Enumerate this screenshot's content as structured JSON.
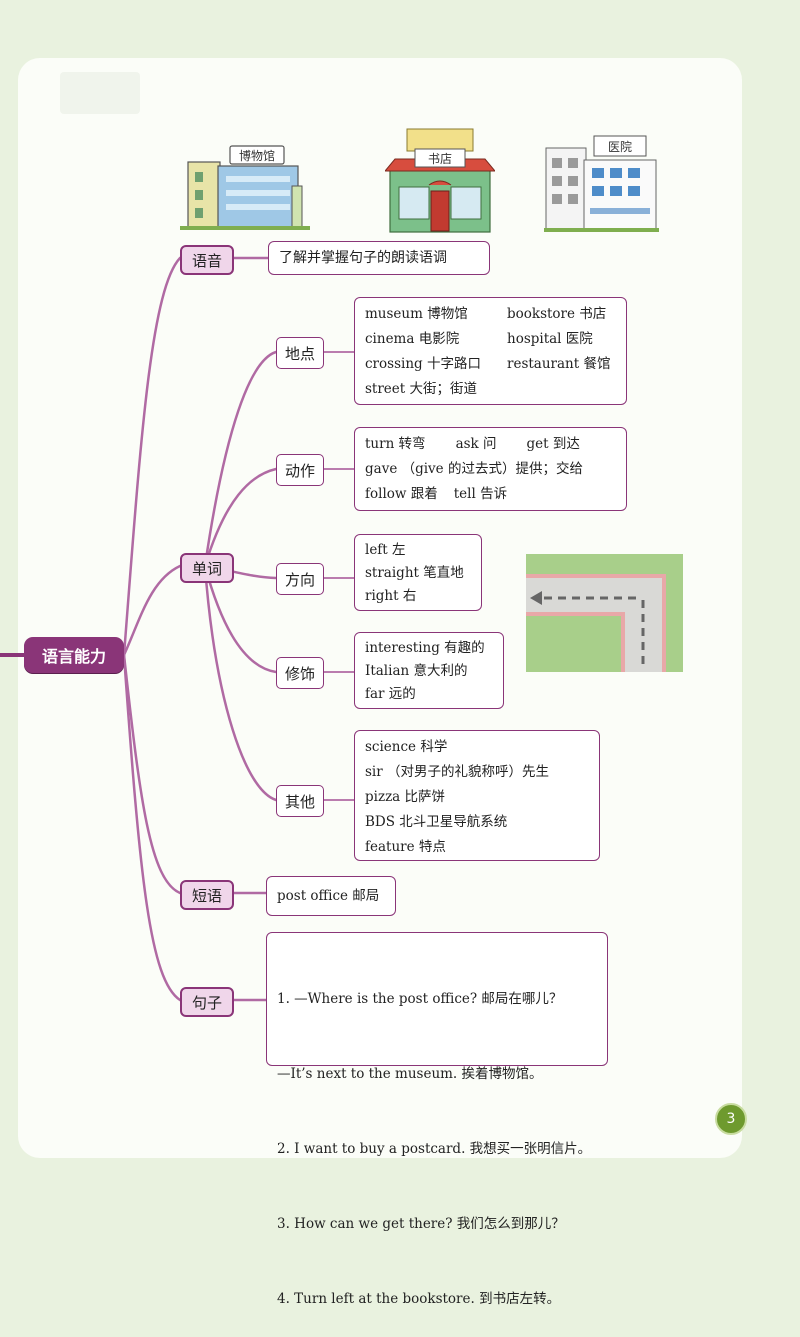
{
  "root": {
    "label": "语言能力"
  },
  "buildings": {
    "museum_sign": "博物馆",
    "bookstore_sign": "书店",
    "hospital_sign": "医院"
  },
  "branches": {
    "pronunciation": {
      "label": "语音",
      "content": "了解并掌握句子的朗读语调"
    },
    "words": {
      "label": "单词",
      "places": {
        "label": "地点",
        "rows": [
          [
            "museum 博物馆",
            "bookstore 书店"
          ],
          [
            "cinema 电影院",
            "hospital 医院"
          ],
          [
            "crossing 十字路口",
            "restaurant 餐馆"
          ],
          [
            "street 大街；街道"
          ]
        ]
      },
      "actions": {
        "label": "动作",
        "rows": [
          [
            "turn 转弯",
            "ask 问",
            "get 到达"
          ],
          [
            "gave （give 的过去式）提供；交给"
          ],
          [
            "follow 跟着",
            "tell 告诉"
          ]
        ]
      },
      "directions": {
        "label": "方向",
        "rows": [
          "left 左",
          "straight 笔直地",
          "right 右"
        ]
      },
      "modifiers": {
        "label": "修饰",
        "rows": [
          "interesting 有趣的",
          "Italian 意大利的",
          "far 远的"
        ]
      },
      "others": {
        "label": "其他",
        "rows": [
          "science 科学",
          "sir （对男子的礼貌称呼）先生",
          "pizza 比萨饼",
          "BDS 北斗卫星导航系统",
          "feature 特点"
        ]
      }
    },
    "phrases": {
      "label": "短语",
      "content": "post office 邮局"
    },
    "sentences": {
      "label": "句子",
      "rows": [
        "1. —Where is the post office? 邮局在哪儿？",
        "   —It’s next to the museum. 挨着博物馆。",
        "2. I want to buy a postcard. 我想买一张明信片。",
        "3. How can we get there? 我们怎么到那儿？",
        "4. Turn left at the bookstore. 到书店左转。"
      ]
    }
  },
  "page_number": "3",
  "colors": {
    "accent": "#8a3578",
    "tag_bg": "#f0d6ea",
    "line": "#b06aa3",
    "page_bg": "#e9f2df"
  }
}
